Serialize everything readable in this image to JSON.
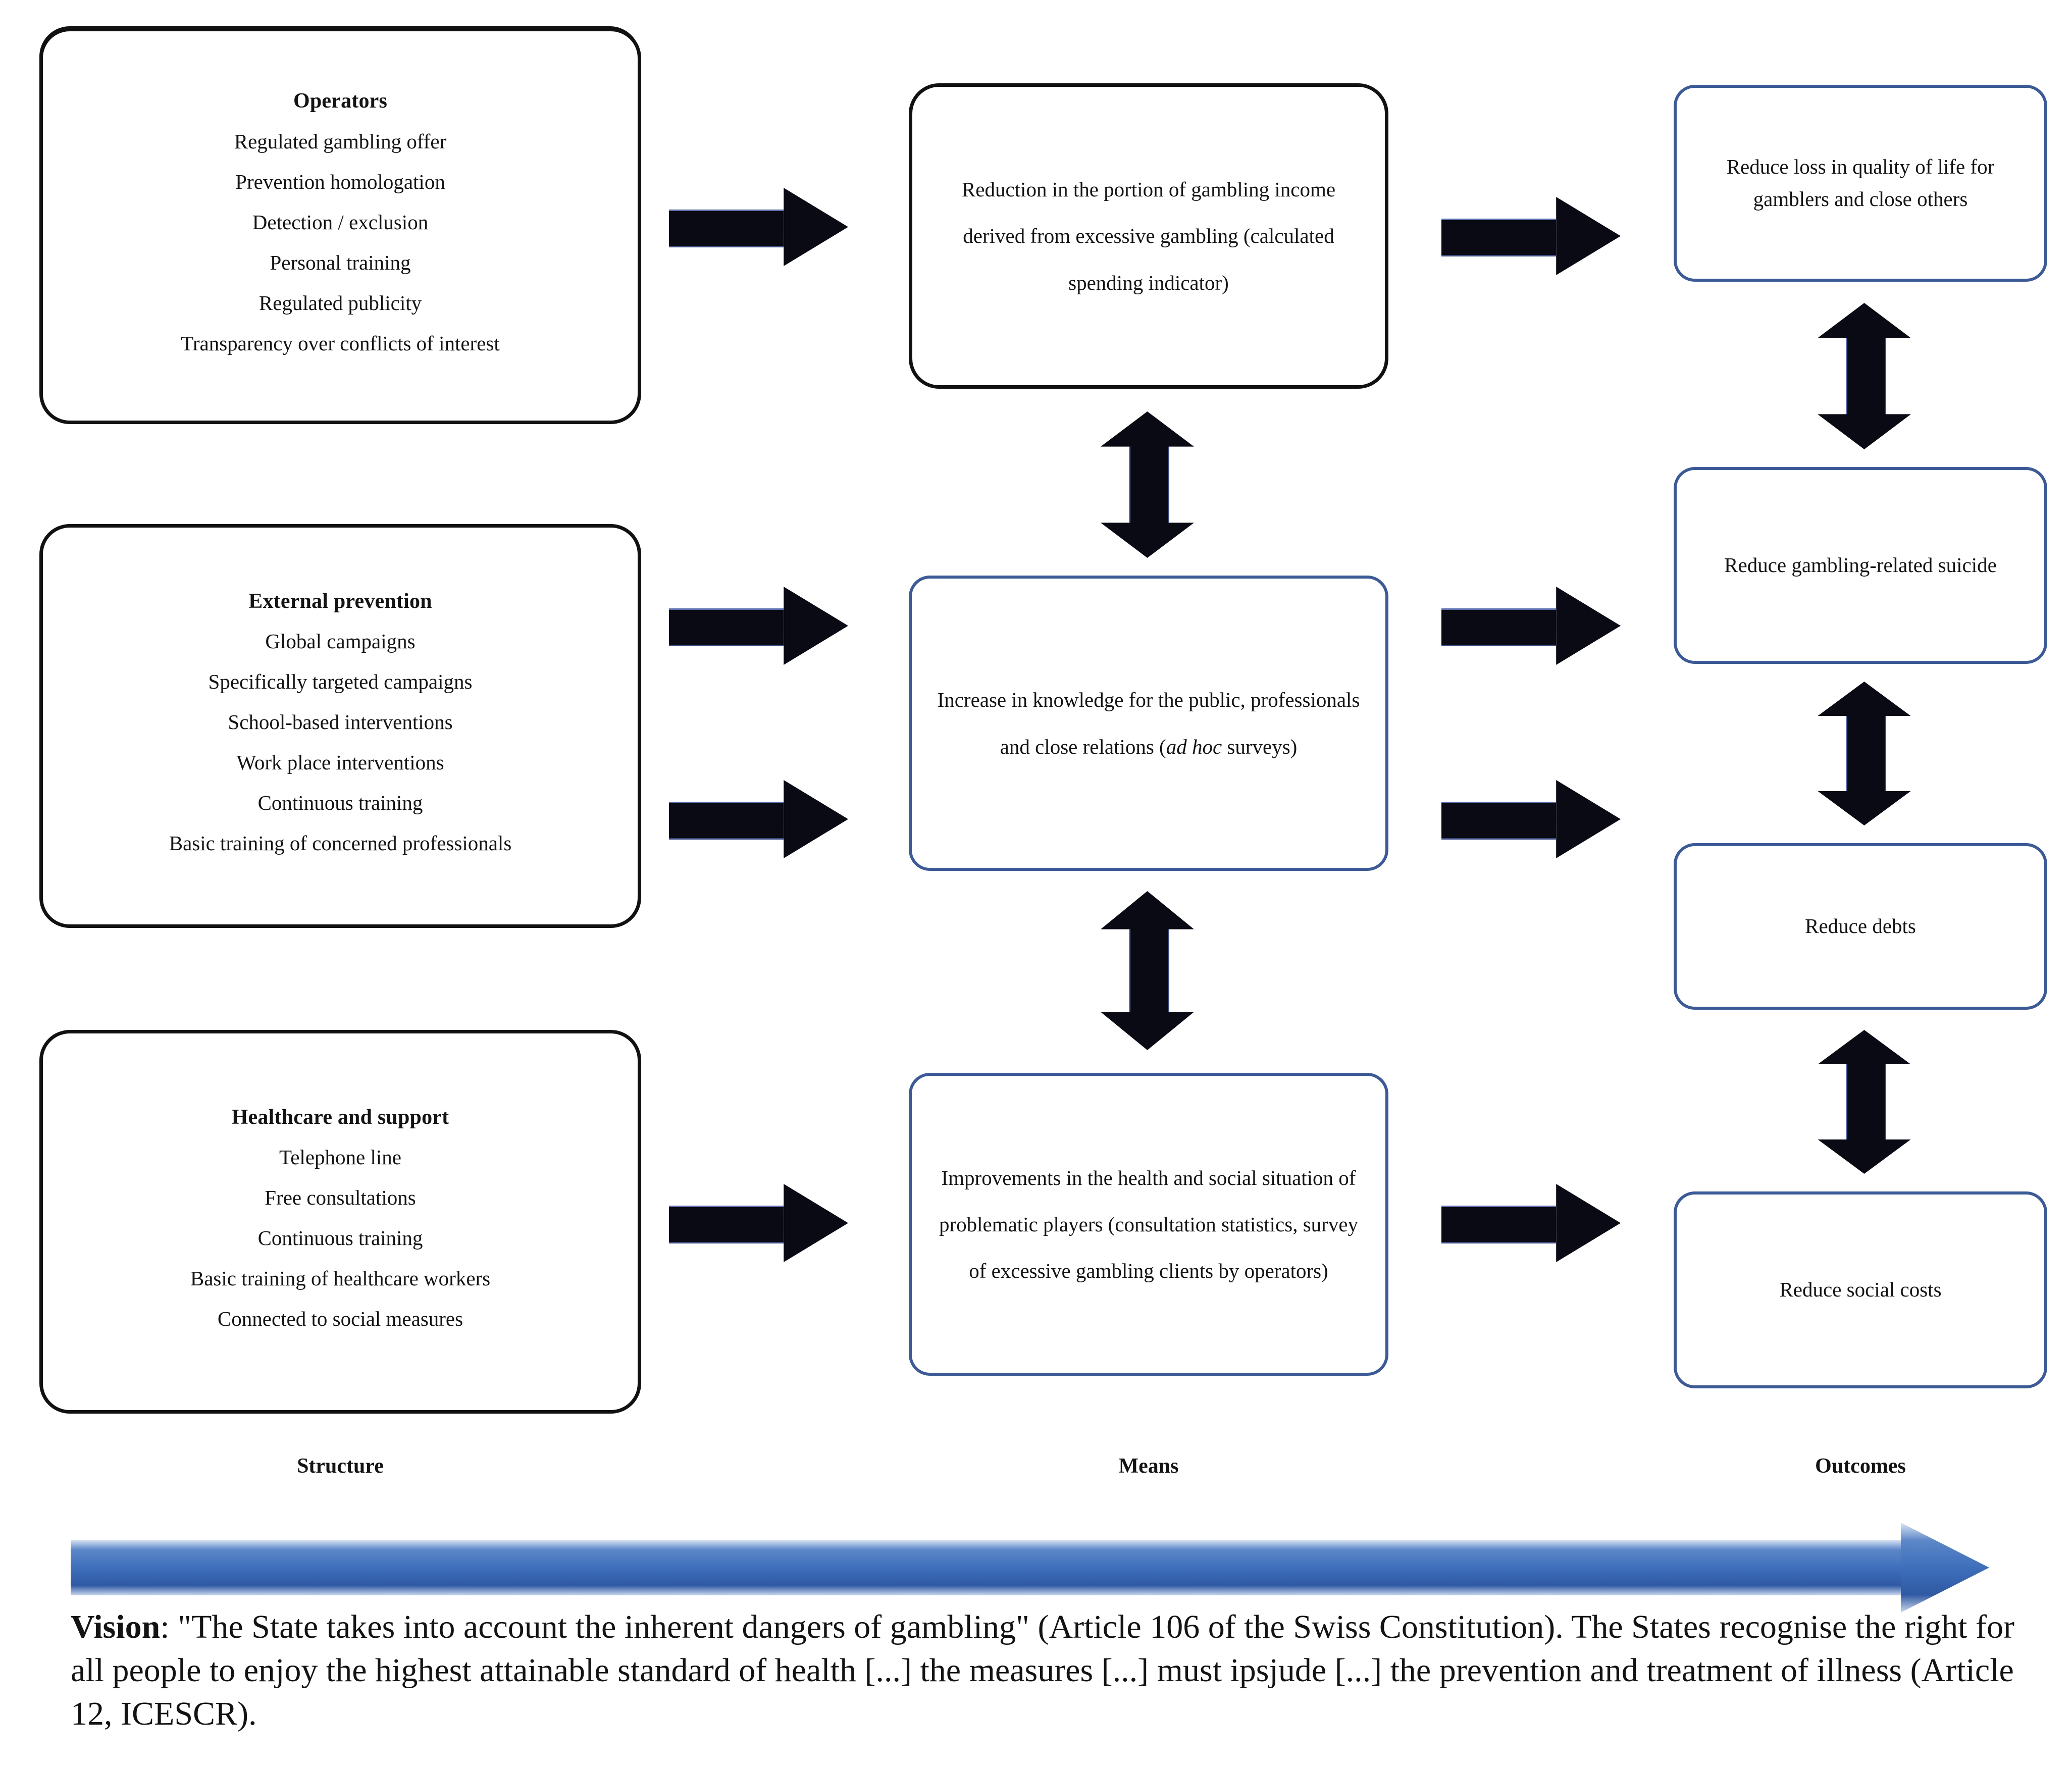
{
  "diagram": {
    "columns": [
      {
        "key": "structure",
        "caption": "Structure"
      },
      {
        "key": "means",
        "caption": "Means"
      },
      {
        "key": "outcomes",
        "caption": "Outcomes"
      }
    ],
    "structure_boxes": [
      {
        "title": "Operators",
        "items": [
          "Regulated gambling offer",
          "Prevention homologation",
          "Detection / exclusion",
          "Personal training",
          "Regulated publicity",
          "Transparency over conflicts of interest"
        ]
      },
      {
        "title": "External prevention",
        "items": [
          "Global campaigns",
          "Specifically targeted campaigns",
          "School-based interventions",
          "Work place interventions",
          "Continuous training",
          "Basic training of concerned professionals"
        ]
      },
      {
        "title": "Healthcare and support",
        "items": [
          "Telephone line",
          "Free consultations",
          "Continuous training",
          "Basic training of healthcare workers",
          "Connected to social measures"
        ]
      }
    ],
    "means_boxes": [
      {
        "text": "Reduction in the portion of gambling income derived from excessive gambling (calculated spending indicator)",
        "border": "black"
      },
      {
        "text_before": "Increase in knowledge for the public, professionals and close relations (",
        "text_italic": "ad hoc",
        "text_after": " surveys)",
        "border": "blue"
      },
      {
        "text": "Improvements in the health and social situation of problematic players (consultation statistics, survey of excessive gambling clients by operators)",
        "border": "blue"
      }
    ],
    "outcome_boxes": [
      {
        "text": "Reduce loss in quality of life for gamblers and close others",
        "border": "blue"
      },
      {
        "text": "Reduce gambling-related suicide",
        "border": "blue"
      },
      {
        "text": "Reduce debts",
        "border": "blue"
      },
      {
        "text": "Reduce social costs",
        "border": "blue"
      }
    ],
    "vision": {
      "label": "Vision",
      "separator": ": ",
      "body": "\"The State takes into account the inherent dangers of gambling\" (Article 106 of the Swiss Constitution). The States recognise the right for all people to enjoy the highest attainable standard of health [...] the measures [...] must ipsjude [...] the prevention and treatment of illness (Article 12, ICESCR)."
    },
    "colors": {
      "blue_border": "#3c5a96",
      "black_border": "#111111",
      "arrow_fill": "#0a0a14",
      "vision_arrow": "#3f6fbb"
    }
  }
}
